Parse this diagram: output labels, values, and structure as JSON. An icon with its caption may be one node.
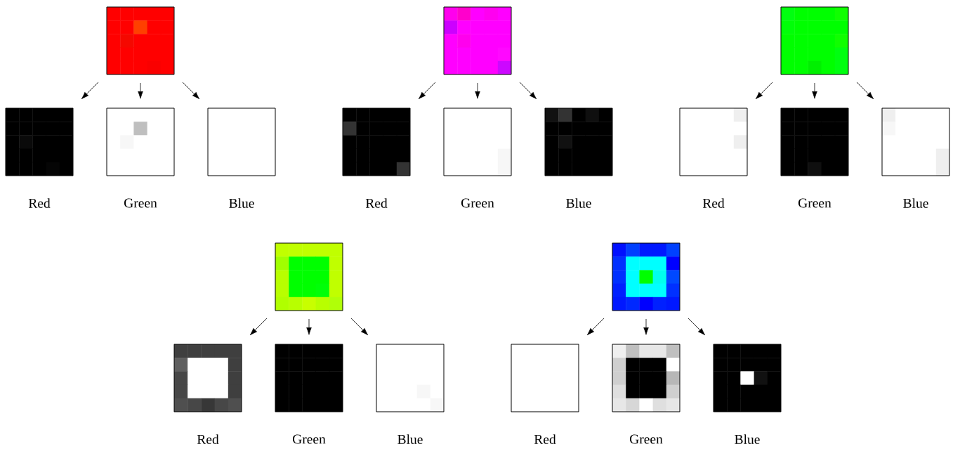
{
  "diagram": {
    "nodes": [
      {
        "text": [],
        "shape": "picture"
      },
      {
        "text": [],
        "shape": "picture"
      },
      {
        "text": [],
        "shape": "picture"
      },
      {
        "text": [],
        "shape": "picture",
        "beside": [
          "Red"
        ]
      },
      {
        "text": [],
        "shape": "picture",
        "beside": [
          "Green"
        ]
      },
      {
        "text": [],
        "shape": "box",
        "beside": [
          "Blue"
        ]
      },
      {
        "text": [],
        "shape": "picture",
        "beside": [
          "Red"
        ]
      },
      {
        "text": [],
        "shape": "picture",
        "beside": [
          "Green"
        ]
      },
      {
        "text": [],
        "shape": "picture",
        "beside": [
          "Blue"
        ]
      },
      {
        "text": [],
        "shape": "picture",
        "beside": [
          "Red"
        ]
      },
      {
        "text": [],
        "shape": "picture",
        "beside": [
          "Green"
        ]
      },
      {
        "text": [],
        "shape": "picture",
        "beside": [
          "Blue"
        ]
      },
      {
        "text": [],
        "shape": "picture"
      },
      {
        "text": [],
        "shape": "picture"
      },
      {
        "text": [],
        "shape": "picture",
        "beside": [
          "Red"
        ]
      },
      {
        "text": [],
        "shape": "picture",
        "beside": [
          "Green"
        ]
      },
      {
        "text": [],
        "shape": "picture",
        "beside": [
          "Blue"
        ]
      },
      {
        "text": [],
        "shape": "box",
        "beside": [
          "Red"
        ]
      },
      {
        "text": [],
        "shape": "picture",
        "beside": [
          "Green"
        ]
      },
      {
        "text": [],
        "shape": "picture",
        "beside": [
          "Blue"
        ]
      }
    ],
    "edges": [
      {
        "from": 0,
        "to": 3,
        "arrow": "to"
      },
      {
        "from": 0,
        "to": 4,
        "arrow": "to"
      },
      {
        "from": 0,
        "to": 5,
        "arrow": "to"
      },
      {
        "from": 1,
        "to": 6,
        "arrow": "to"
      },
      {
        "from": 1,
        "to": 7,
        "arrow": "to"
      },
      {
        "from": 1,
        "to": 8,
        "arrow": "to"
      },
      {
        "from": 2,
        "to": 9,
        "arrow": "to"
      },
      {
        "from": 2,
        "to": 10,
        "arrow": "to"
      },
      {
        "from": 2,
        "to": 11,
        "arrow": "to"
      },
      {
        "from": 12,
        "to": 14,
        "arrow": "to"
      },
      {
        "from": 12,
        "to": 15,
        "arrow": "to"
      },
      {
        "from": 12,
        "to": 16,
        "arrow": "to"
      },
      {
        "from": 13,
        "to": 17,
        "arrow": "to"
      },
      {
        "from": 13,
        "to": 18,
        "arrow": "to"
      },
      {
        "from": 13,
        "to": 19,
        "arrow": "to"
      }
    ]
  }
}
